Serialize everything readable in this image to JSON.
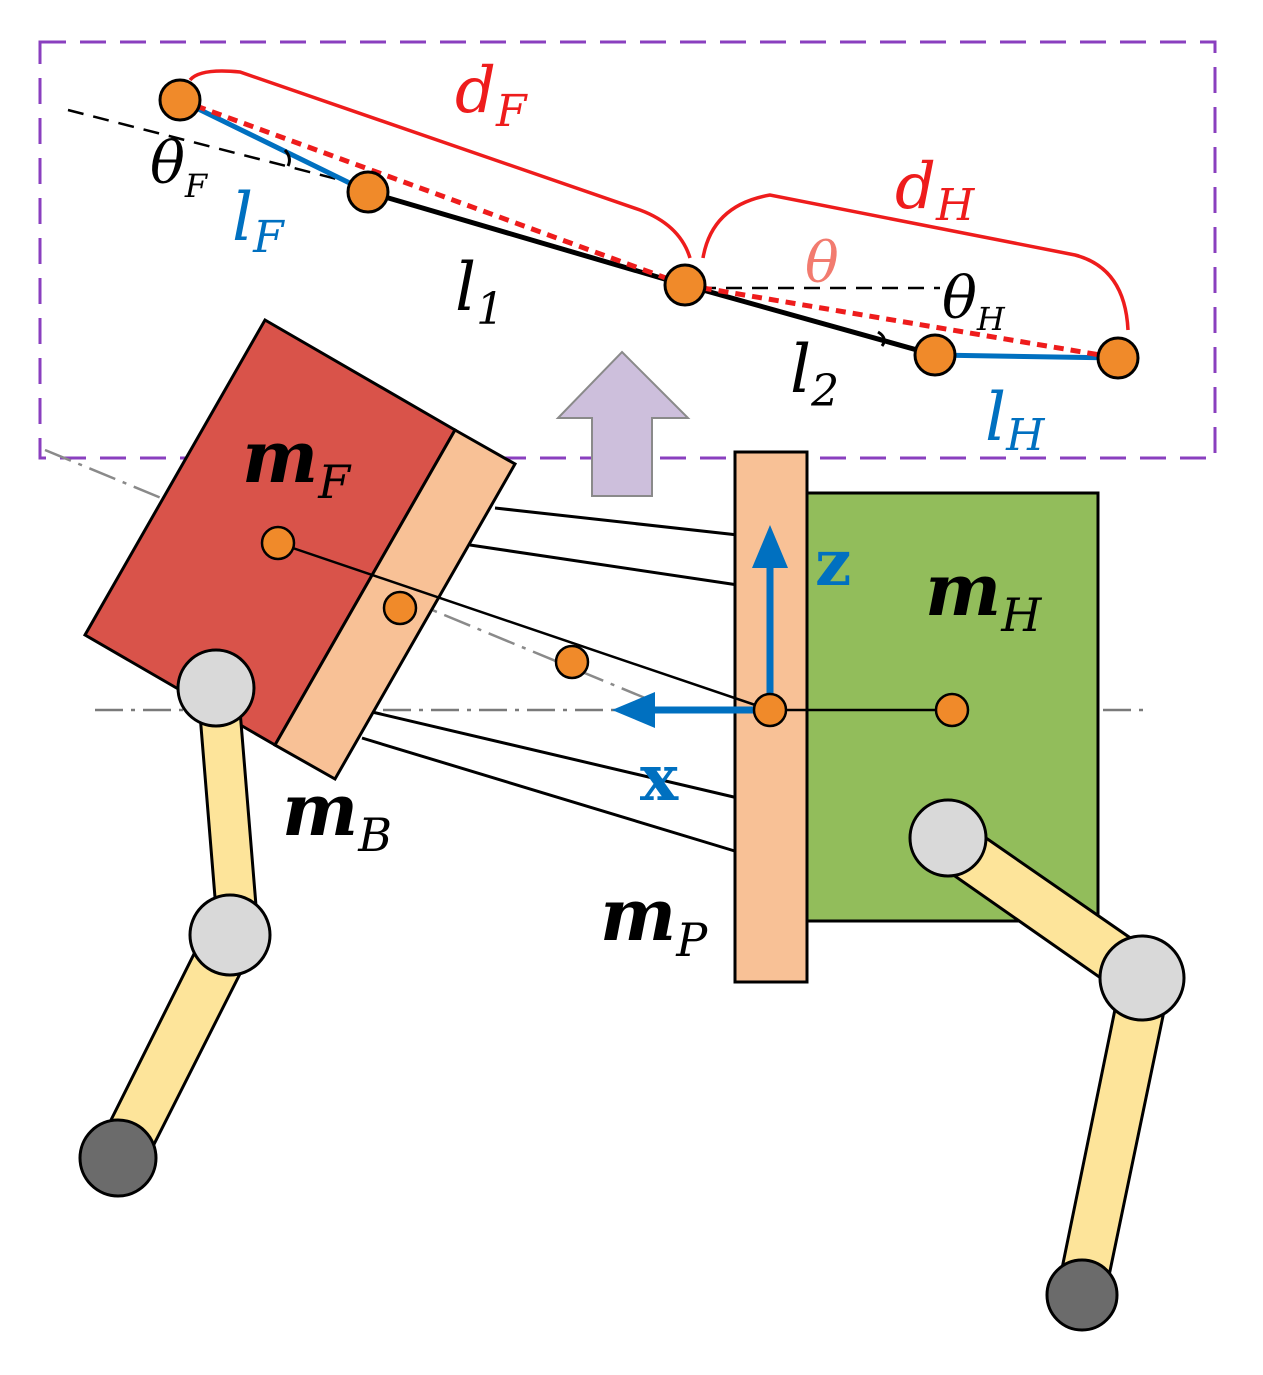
{
  "colors": {
    "red_label": "#ee1c1c",
    "blue": "#0070c0",
    "dashed_box": "#8a3fbf",
    "front_body": "#d9534a",
    "plate": "#f8c196",
    "hind_body": "#92bd5b",
    "leg": "#fde49a",
    "joint": "#d9d9d9",
    "foot": "#6b6b6b",
    "node": "#f08a2a",
    "arrow_fill": "#cdbfdc"
  },
  "labels": {
    "dF": {
      "main": "d",
      "sub": "F"
    },
    "dH": {
      "main": "d",
      "sub": "H"
    },
    "thetaF": {
      "main": "θ",
      "sub": "F"
    },
    "thetaH": {
      "main": "θ",
      "sub": "H"
    },
    "theta": "θ",
    "lF": {
      "main": "l",
      "sub": "F"
    },
    "lH": {
      "main": "l",
      "sub": "H"
    },
    "l1": {
      "main": "l",
      "sub": "1"
    },
    "l2": {
      "main": "l",
      "sub": "2"
    },
    "mF": {
      "main": "m",
      "sub": "F"
    },
    "mH": {
      "main": "m",
      "sub": "H"
    },
    "mB": {
      "main": "m",
      "sub": "B"
    },
    "mP": {
      "main": "m",
      "sub": "P"
    },
    "z_axis": "z",
    "x_axis": "x"
  }
}
